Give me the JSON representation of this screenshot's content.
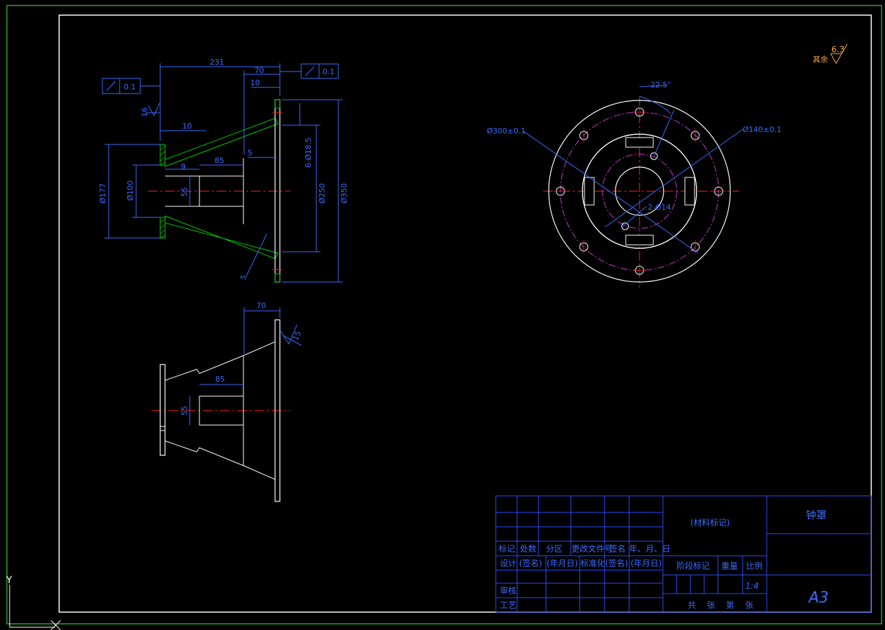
{
  "title_block": {
    "part_name": "钟罩",
    "material_mark": "(材料标记)",
    "sheet_size": "A3",
    "row_labels": [
      "标记",
      "处数",
      "分区",
      "更改文件号",
      "签名",
      "年、月、日"
    ],
    "design_row": [
      "设计",
      "(签名)",
      "(年月日)",
      "标准化",
      "(签名)",
      "(年月日)"
    ],
    "stage_mark": "阶段标记",
    "weight": "重量",
    "scale_label": "比例",
    "scale_value": "1:4",
    "review": "审核",
    "process": "工艺",
    "sheets": "共 张 第 张"
  },
  "surface_finish": {
    "label": "其余",
    "value": "6.3"
  },
  "front_view": {
    "dim_231": "231",
    "dim_70": "70",
    "dim_10_top": "10",
    "dim_10_left": "10",
    "dim_9": "9",
    "dim_85": "85",
    "dim_5_mid": "5",
    "dim_5_bottom": "5",
    "dim_55": "55",
    "dia_177": "Ø177",
    "dia_100": "Ø100",
    "dia_250": "Ø250",
    "dia_350": "Ø350",
    "holes": "6-Ø18.5",
    "roughness_16": "16",
    "runout_left": "0.1",
    "runout_right": "0.1"
  },
  "bottom_view": {
    "dim_70": "70",
    "dim_85": "85",
    "dim_55": "55",
    "roughness_15": "15"
  },
  "top_view": {
    "angle": "22.5°",
    "dia_300": "Ø300±0.1",
    "dia_140": "Ø140±0.1",
    "dia_14": "2-Ø14"
  },
  "colors": {
    "background": "#000000",
    "outline": "#ffffff",
    "dimension": "#3a6bff",
    "centerline": "#ff2020",
    "section": "#00cc00",
    "bolt_circle": "#cc33cc",
    "frame": "#22aa22"
  },
  "axis_label": "Y"
}
